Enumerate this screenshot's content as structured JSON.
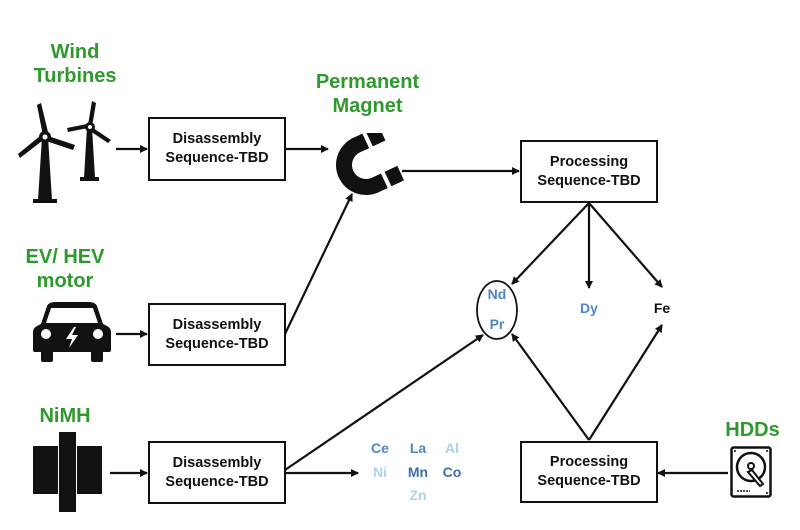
{
  "sources": {
    "wind": {
      "line1": "Wind",
      "line2": "Turbines",
      "icon": "wind-turbine-icon"
    },
    "ev": {
      "line1": "EV/ HEV",
      "line2": "motor",
      "icon": "electric-car-icon"
    },
    "nimh": {
      "line1": "NiMH",
      "icon": "battery-icon"
    },
    "hdd": {
      "line1": "HDDs",
      "icon": "hard-drive-icon"
    }
  },
  "magnet": {
    "line1": "Permanent",
    "line2": "Magnet",
    "icon": "magnet-icon"
  },
  "boxes": {
    "disassembly_wind": {
      "line1": "Disassembly",
      "line2": "Sequence-TBD"
    },
    "disassembly_ev": {
      "line1": "Disassembly",
      "line2": "Sequence-TBD"
    },
    "disassembly_nimh": {
      "line1": "Disassembly",
      "line2": "Sequence-TBD"
    },
    "processing_magnet": {
      "line1": "Processing",
      "line2": "Sequence-TBD"
    },
    "processing_hdd": {
      "line1": "Processing",
      "line2": "Sequence-TBD"
    }
  },
  "elements": {
    "nd": "Nd",
    "pr": "Pr",
    "dy": "Dy",
    "fe": "Fe",
    "ce": "Ce",
    "la": "La",
    "al": "Al",
    "ni": "Ni",
    "mn": "Mn",
    "co": "Co",
    "zn": "Zn"
  },
  "colors": {
    "source_green": "#2e9a2e",
    "element_blue": "#4f86c6",
    "element_light_blue": "#a9d3e6",
    "element_dark_blue": "#3d6ea8",
    "fe_black": "#111111"
  }
}
